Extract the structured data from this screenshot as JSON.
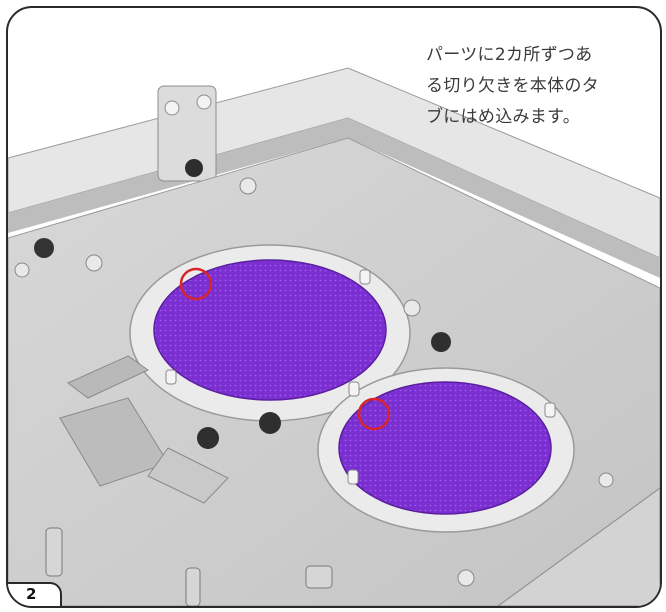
{
  "instruction": {
    "line1": "パーツに2カ所ずつあ",
    "line2": "る切り欠きを本体のタ",
    "line3": "ブにはめ込みます。"
  },
  "step": {
    "number": "2"
  },
  "colors": {
    "mesh": "#7b2fd0",
    "highlight_circle": "#d9252a",
    "chassis": "#cfcfcf",
    "frame_border": "#2a2a2a"
  },
  "icons": {
    "notch_marker": "red-circle-marker"
  }
}
